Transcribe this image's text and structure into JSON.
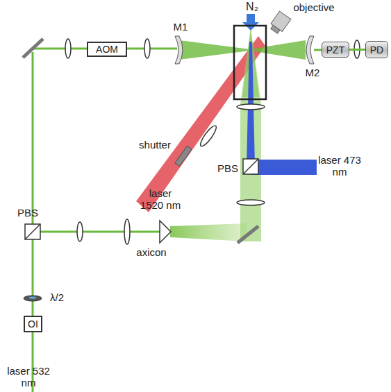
{
  "diagram": {
    "nodes": [
      {
        "text": [
          "AOM"
        ]
      },
      {
        "text": [
          "PZT"
        ]
      },
      {
        "text": [
          "PD"
        ]
      },
      {
        "text": [
          "OI"
        ]
      }
    ],
    "edges": [
      {
        "from": 1,
        "to": 2,
        "arrow": "none"
      }
    ],
    "labels": [
      "N₂",
      "objective",
      "M1",
      "M2",
      "shutter",
      "laser 1520 nm",
      "PBS",
      "laser 473 nm",
      "PBS",
      "axicon",
      "λ/2",
      "laser 532 nm"
    ]
  }
}
